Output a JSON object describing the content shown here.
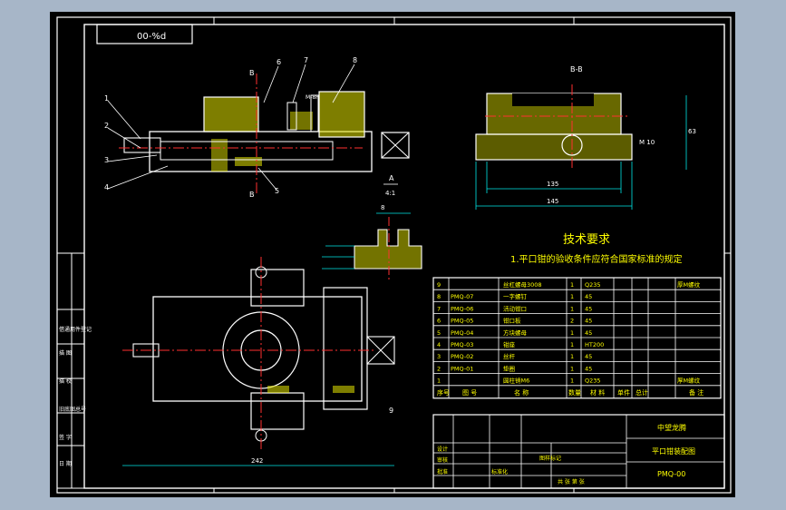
{
  "colors": {
    "background_outer": "#a7b6c8",
    "canvas": "#000000",
    "frame": "#ffffff",
    "part_line": "#ffffff",
    "hatch": "#e6e600",
    "centerline": "#ff3030",
    "dimension": "#00e6e6",
    "text": "#ffffff",
    "accent_text": "#ffff00"
  },
  "drawing_code_box": "00-%d",
  "section_label": "B-B",
  "detail_label": "A",
  "detail_scale": "4:1",
  "technical_requirements": {
    "title": "技术要求",
    "item_1": "1.平口钳的验收条件应符合国家标准的规定"
  },
  "dimensions": {
    "section_width_inner": "135",
    "section_width_outer": "145",
    "section_height_right": "63",
    "section_thread": "M 10",
    "plan_width": "242",
    "detail_width": "8",
    "spindle_thread": "M-8H"
  },
  "balloons": [
    "1",
    "2",
    "3",
    "4",
    "5",
    "6",
    "7",
    "8",
    "9",
    "B",
    "B"
  ],
  "bom": {
    "rows": [
      {
        "no": "9",
        "code": "",
        "name": "丝杠螺母3008",
        "qty": "1",
        "material": "Q235",
        "note": "厚M螺纹"
      },
      {
        "no": "8",
        "code": "PMQ-07",
        "name": "一字螺钉",
        "qty": "1",
        "material": "45",
        "note": ""
      },
      {
        "no": "7",
        "code": "PMQ-06",
        "name": "活动钳口",
        "qty": "1",
        "material": "45",
        "note": ""
      },
      {
        "no": "6",
        "code": "PMQ-05",
        "name": "钳口板",
        "qty": "2",
        "material": "45",
        "note": ""
      },
      {
        "no": "5",
        "code": "PMQ-04",
        "name": "方块螺母",
        "qty": "1",
        "material": "45",
        "note": ""
      },
      {
        "no": "4",
        "code": "PMQ-03",
        "name": "钳座",
        "qty": "1",
        "material": "HT200",
        "note": ""
      },
      {
        "no": "3",
        "code": "PMQ-02",
        "name": "丝杆",
        "qty": "1",
        "material": "45",
        "note": ""
      },
      {
        "no": "2",
        "code": "PMQ-01",
        "name": "垫圈",
        "qty": "1",
        "material": "45",
        "note": ""
      },
      {
        "no": "1",
        "code": "",
        "name": "圆柱销M6",
        "qty": "1",
        "material": "Q235",
        "note": "厚M螺纹"
      }
    ],
    "header": [
      "序号",
      "图 号",
      "名 称",
      "数量",
      "材 料",
      "单件",
      "总计",
      "备 注"
    ]
  },
  "title_block": {
    "company": "中望龙腾",
    "drawing_name": "平口钳装配图",
    "drawing_number": "PMQ-00",
    "scale_label": "图样标记",
    "sheet_label": "共 张 第 张",
    "design_label": "设计",
    "check_label": "审核",
    "approve_label": "批准",
    "standard_label": "标准化"
  },
  "left_sidebar": [
    "借通用件登记",
    "描 图",
    "描 校",
    "旧底图总号",
    "签 字",
    "日 期"
  ]
}
